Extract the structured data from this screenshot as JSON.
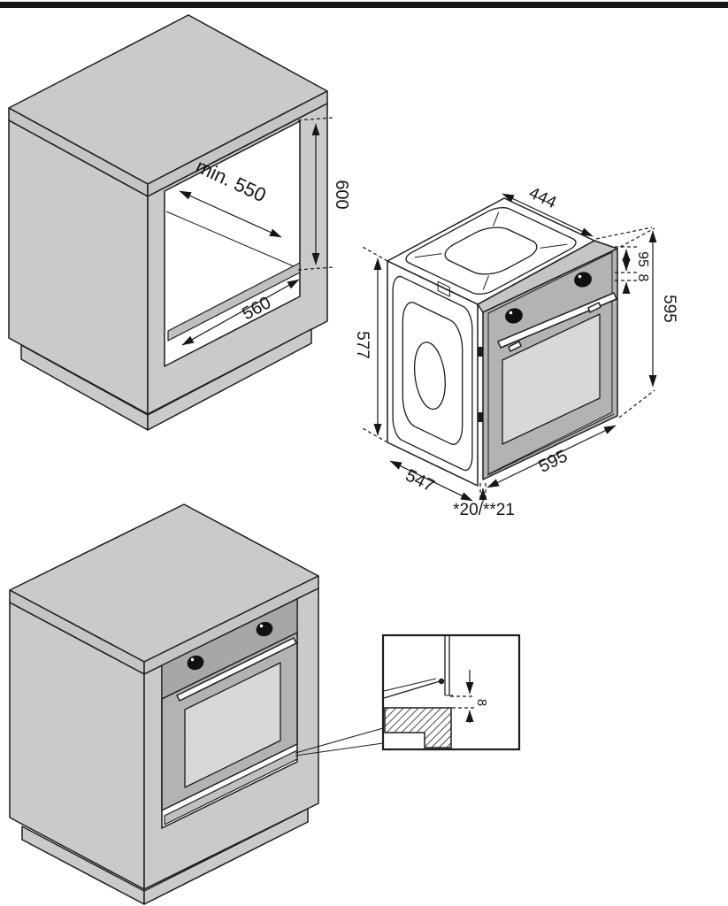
{
  "colors": {
    "outline": "#1c1c1c",
    "cabinet_gray": "#c9cbca",
    "worktop_gray": "#c4c6c5",
    "oven_front_gray": "#b2b4b3",
    "panel_gray": "#a6a8a7",
    "glass_gray": "#d7d9d8",
    "rail_gray": "#bfc1c0",
    "top_bar": "#161616",
    "text": "#161616"
  },
  "niche_view": {
    "depth_label": "min. 550",
    "height_label": "600",
    "width_label": "560"
  },
  "oven_view": {
    "top_width_label": "444",
    "panel_height_label": "95",
    "lip_label": "8",
    "front_height_label": "595",
    "side_height_label": "577",
    "side_depth_label": "547",
    "front_width_label": "595",
    "recess_note_label": "*20/**21"
  },
  "detail_view": {
    "gap_label": "8"
  }
}
